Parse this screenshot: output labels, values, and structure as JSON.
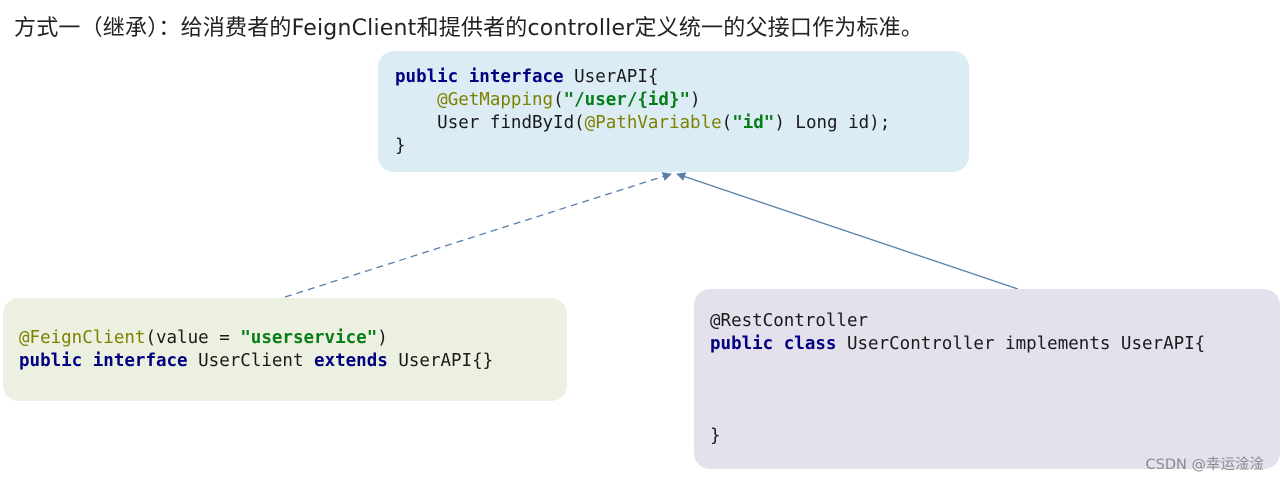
{
  "title": "方式一（继承）：给消费者的FeignClient和提供者的controller定义统一的父接口作为标准。",
  "user_api_box": {
    "line1": {
      "kw1": "public",
      "kw2": "interface",
      "name": " UserAPI{"
    },
    "line2": {
      "annotation": "@GetMapping",
      "open": "(",
      "path": "\"/user/{id}\"",
      "close": ")"
    },
    "line3": {
      "head": "User findById(",
      "annotation": "@PathVariable",
      "open": "(",
      "arg": "\"id\"",
      "tail": ") Long id);"
    },
    "line4": "}"
  },
  "user_client_box": {
    "line1": {
      "annotation": "@FeignClient",
      "head": "(value = ",
      "value": "\"userservice\"",
      "tail": ")"
    },
    "line2": {
      "kw1": "public",
      "kw2": "interface",
      "name": " UserClient ",
      "kw3": "extends",
      "tail": " UserAPI{}"
    }
  },
  "user_controller_box": {
    "line1": "@RestController",
    "line2": {
      "kw1": "public",
      "kw2": "class",
      "tail": " UserController implements UserAPI{"
    },
    "line_end": "}"
  },
  "watermark": "CSDN @幸运淦淦",
  "colors": {
    "api_box_bg": "#dbecf5",
    "client_box_bg": "#ebf0e0",
    "controller_box_bg": "#e4e0ec",
    "keyword": "#000080",
    "annotation": "#808000",
    "string": "#067d17",
    "arrow": "#5a7fa8"
  }
}
